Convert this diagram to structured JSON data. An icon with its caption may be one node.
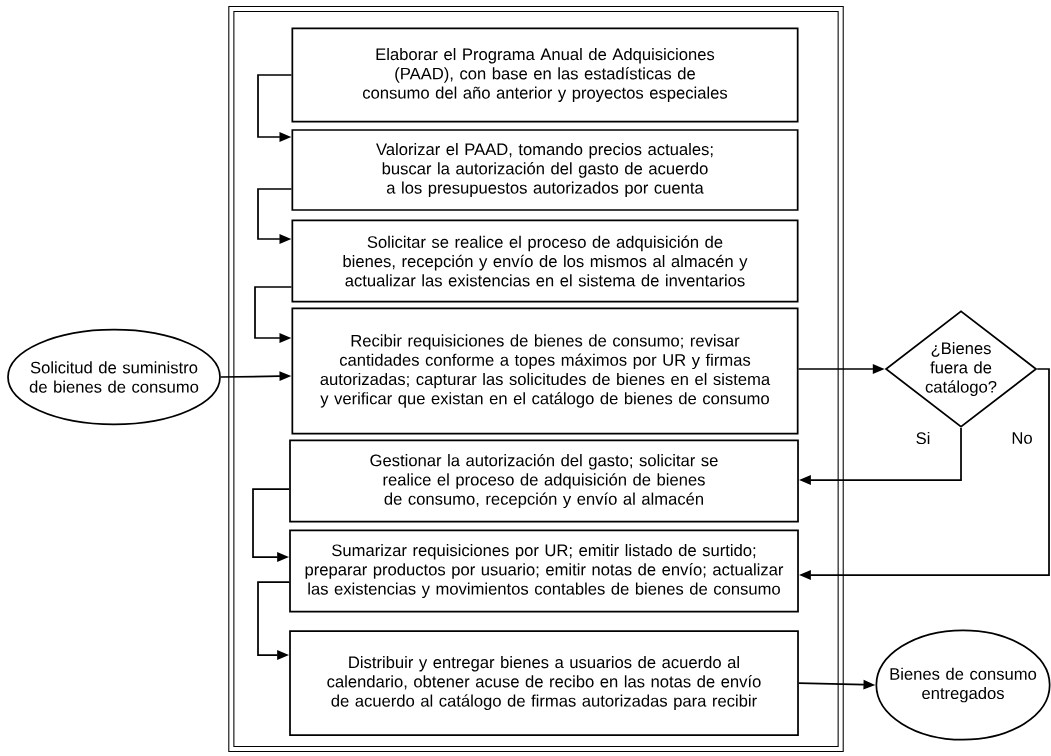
{
  "diagram": {
    "nodes": [
      {
        "text": [],
        "shape": "box"
      },
      {
        "text": [
          "Elaborar el Programa Anual de Adquisiciones (PAAD), con base en las estadísticas de consumo del año anterior y proyectos especiales"
        ],
        "in": 0
      },
      {
        "text": [
          "Valorizar el PAAD, tomando precios actuales; buscar la autorización del gasto de acuerdo a los presupuestos autorizados por cuenta"
        ],
        "in": 0
      },
      {
        "text": [
          "Solicitar se realice el proceso de adquisición de bienes, recepción y envío de los mismos al almacén y actualizar las existencias en el sistema de inventarios"
        ],
        "in": 0
      },
      {
        "text": [
          "Recibir requisiciones de bienes de consumo; revisar cantidades conforme a topes máximos por UR y firmas autorizadas; capturar las solicitudes de bienes en el sistema y verificar que existan en el catálogo de bienes de consumo"
        ],
        "in": 0
      },
      {
        "text": [
          "Gestionar la autorización del gasto; solicitar se realice el proceso de adquisición de bienes de consumo, recepción y envío al almacén"
        ],
        "in": 0
      },
      {
        "text": [
          "Sumarizar requisiciones por UR; emitir listado de surtido; preparar productos por usuario; emitir notas de envío; actualizar las existencias y movimientos contables de bienes de consumo"
        ],
        "in": 0
      },
      {
        "text": [
          "Distribuir y entregar bienes a usuarios de acuerdo al calendario, obtener acuse de recibo en las notas de envío de acuerdo al catálogo de firmas autorizadas para recibir"
        ],
        "in": 0
      },
      {
        "text": [
          "Solicitud de suministro de bienes de consumo"
        ]
      },
      {
        "text": [
          "¿Bienes fuera de catálogo?"
        ]
      },
      {
        "text": [
          "Bienes de consumo entregados"
        ]
      }
    ],
    "edges": [
      {
        "from": 1,
        "to": 2,
        "arrow": "to"
      },
      {
        "from": 2,
        "to": 3,
        "arrow": "to"
      },
      {
        "from": 3,
        "to": 4,
        "arrow": "to"
      },
      {
        "from": 8,
        "to": 4,
        "arrow": "to"
      },
      {
        "from": 4,
        "to": 9,
        "arrow": "to"
      },
      {
        "from": 9,
        "to": 5,
        "arrow": "to",
        "label": "Si"
      },
      {
        "from": 9,
        "to": 6,
        "arrow": "to",
        "label": "No"
      },
      {
        "from": 5,
        "to": 6,
        "arrow": "to"
      },
      {
        "from": 6,
        "to": 7,
        "arrow": "to"
      },
      {
        "from": 7,
        "to": 10,
        "arrow": "to"
      }
    ]
  }
}
